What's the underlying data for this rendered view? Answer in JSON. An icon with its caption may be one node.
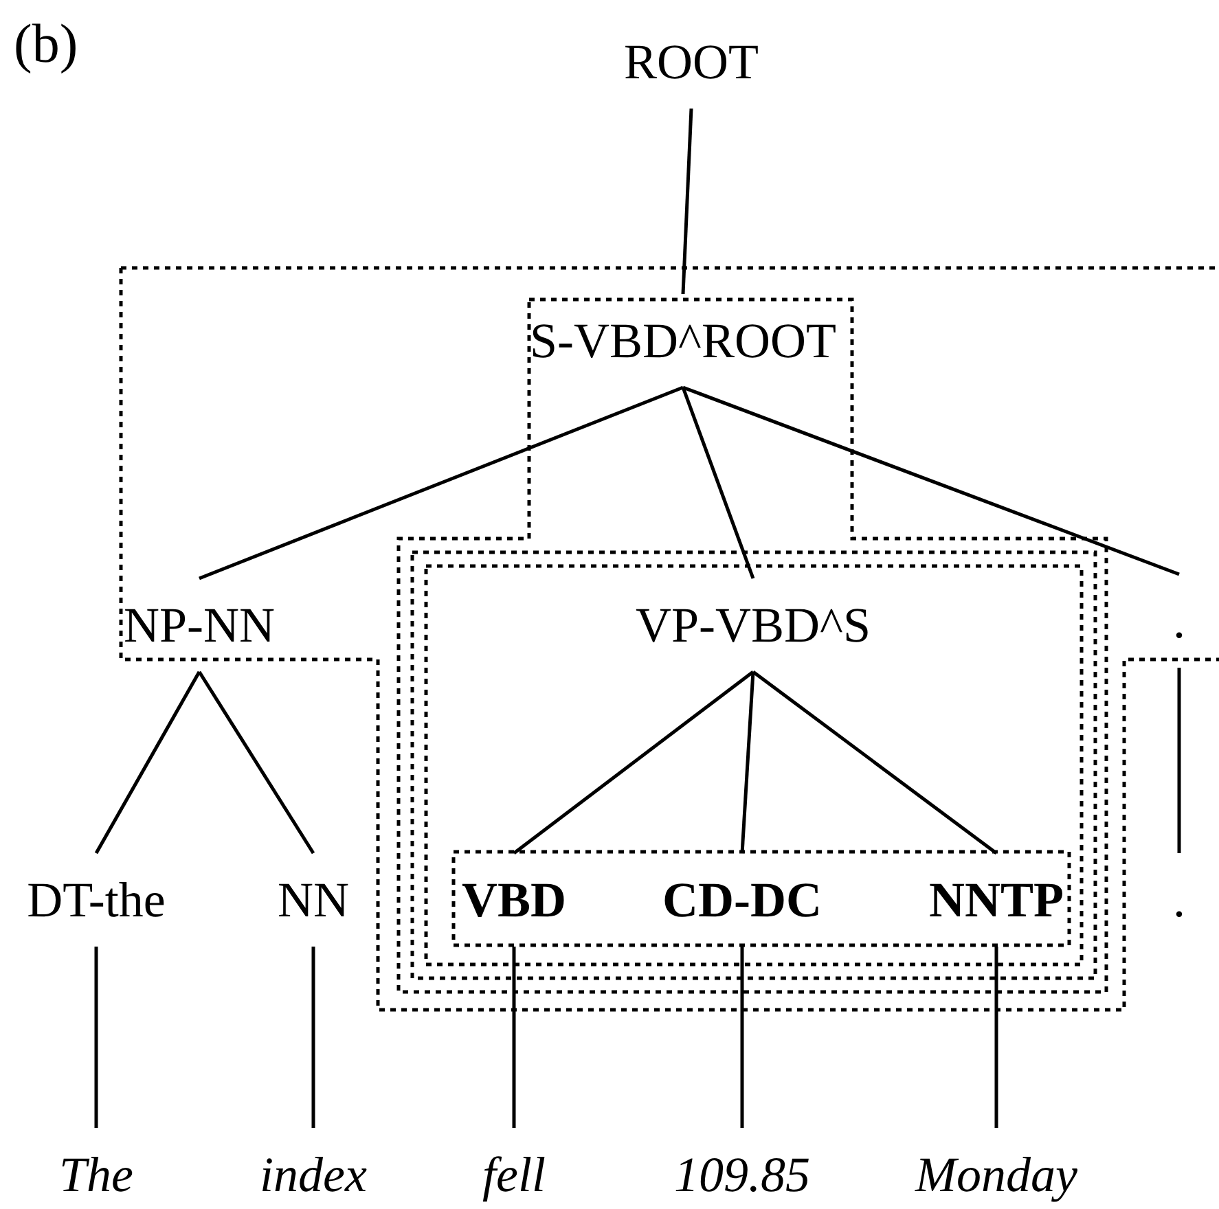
{
  "diagram": {
    "nodes": [
      {
        "text": [
          "ROOT"
        ]
      },
      {
        "text": [
          "S-VBD^ROOT"
        ]
      },
      {
        "text": [
          "NP-NN"
        ]
      },
      {
        "text": [
          "VP-VBD^S"
        ]
      },
      {
        "text": [
          "."
        ]
      },
      {
        "text": [
          "DT-the"
        ]
      },
      {
        "text": [
          "NN"
        ]
      },
      {
        "text": [
          "VBD"
        ]
      },
      {
        "text": [
          "CD-DC"
        ]
      },
      {
        "text": [
          "NNTP"
        ]
      },
      {
        "text": [
          "."
        ]
      },
      {
        "text": [
          "The"
        ]
      },
      {
        "text": [
          "index"
        ]
      },
      {
        "text": [
          "fell"
        ]
      },
      {
        "text": [
          "109.85"
        ]
      },
      {
        "text": [
          "Monday"
        ]
      }
    ],
    "edges": [
      {
        "from": 0,
        "to": 1,
        "arrow": "none"
      },
      {
        "from": 1,
        "to": 2,
        "arrow": "none"
      },
      {
        "from": 1,
        "to": 3,
        "arrow": "none"
      },
      {
        "from": 1,
        "to": 4,
        "arrow": "none"
      },
      {
        "from": 2,
        "to": 5,
        "arrow": "none"
      },
      {
        "from": 2,
        "to": 6,
        "arrow": "none"
      },
      {
        "from": 3,
        "to": 7,
        "arrow": "none"
      },
      {
        "from": 3,
        "to": 8,
        "arrow": "none"
      },
      {
        "from": 3,
        "to": 9,
        "arrow": "none"
      },
      {
        "from": 4,
        "to": 10,
        "arrow": "none"
      },
      {
        "from": 5,
        "to": 11,
        "arrow": "none"
      },
      {
        "from": 6,
        "to": 12,
        "arrow": "none"
      },
      {
        "from": 7,
        "to": 13,
        "arrow": "none"
      },
      {
        "from": 8,
        "to": 14,
        "arrow": "none"
      },
      {
        "from": 9,
        "to": 15,
        "arrow": "none"
      }
    ],
    "labels": [
      "(b)"
    ]
  }
}
